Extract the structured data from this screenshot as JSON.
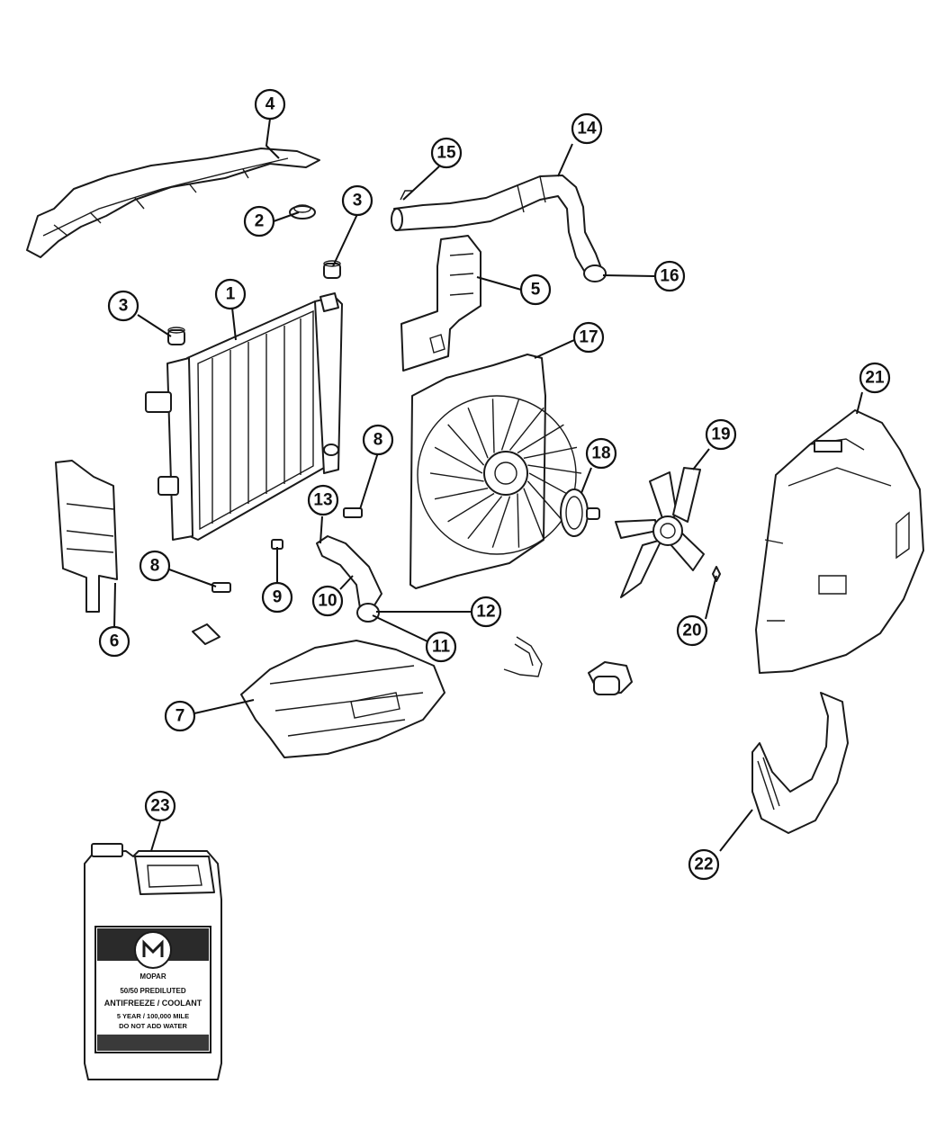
{
  "callouts": [
    {
      "id": "1",
      "label": "1"
    },
    {
      "id": "2",
      "label": "2"
    },
    {
      "id": "3a",
      "label": "3"
    },
    {
      "id": "3b",
      "label": "3"
    },
    {
      "id": "4",
      "label": "4"
    },
    {
      "id": "5",
      "label": "5"
    },
    {
      "id": "6",
      "label": "6"
    },
    {
      "id": "7",
      "label": "7"
    },
    {
      "id": "8a",
      "label": "8"
    },
    {
      "id": "8b",
      "label": "8"
    },
    {
      "id": "9",
      "label": "9"
    },
    {
      "id": "10",
      "label": "10"
    },
    {
      "id": "11",
      "label": "11"
    },
    {
      "id": "12",
      "label": "12"
    },
    {
      "id": "13",
      "label": "13"
    },
    {
      "id": "14",
      "label": "14"
    },
    {
      "id": "15",
      "label": "15"
    },
    {
      "id": "16",
      "label": "16"
    },
    {
      "id": "17",
      "label": "17"
    },
    {
      "id": "18",
      "label": "18"
    },
    {
      "id": "19",
      "label": "19"
    },
    {
      "id": "20",
      "label": "20"
    },
    {
      "id": "21",
      "label": "21"
    },
    {
      "id": "22",
      "label": "22"
    },
    {
      "id": "23",
      "label": "23"
    }
  ],
  "jug_label": {
    "brand": "MOPAR",
    "line1": "50/50 PREDILUTED",
    "line2": "ANTIFREEZE / COOLANT",
    "line3": "5 YEAR / 100,000 MILE",
    "line4": "DO NOT ADD WATER"
  }
}
